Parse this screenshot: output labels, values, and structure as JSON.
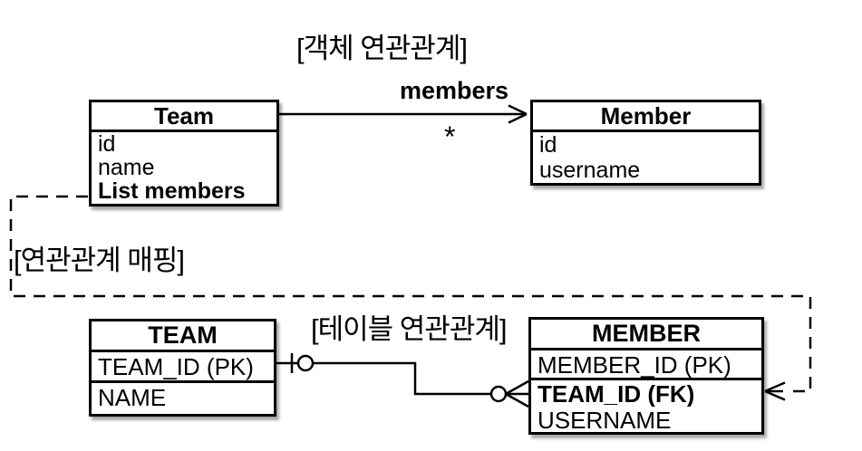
{
  "titles": {
    "object_relation": "[객체 연관관계]",
    "mapping": "[연관관계 매핑]",
    "table_relation": "[테이블 연관관계]"
  },
  "object_diagram": {
    "team_class": {
      "title": "Team",
      "fields": [
        "id",
        "name",
        "List members"
      ]
    },
    "member_class": {
      "title": "Member",
      "fields": [
        "id",
        "username"
      ]
    },
    "association": {
      "label": "members",
      "multiplicity": "*",
      "direction": "Team -> Member"
    }
  },
  "table_diagram": {
    "team_table": {
      "title": "TEAM",
      "columns": [
        "TEAM_ID (PK)",
        "NAME"
      ]
    },
    "member_table": {
      "title": "MEMBER",
      "columns": [
        "MEMBER_ID (PK)",
        "TEAM_ID (FK)",
        "USERNAME"
      ]
    },
    "relationship": "TEAM one-to-many MEMBER (crow's foot)"
  },
  "colors": {
    "line": "#000000",
    "background": "#ffffff"
  }
}
